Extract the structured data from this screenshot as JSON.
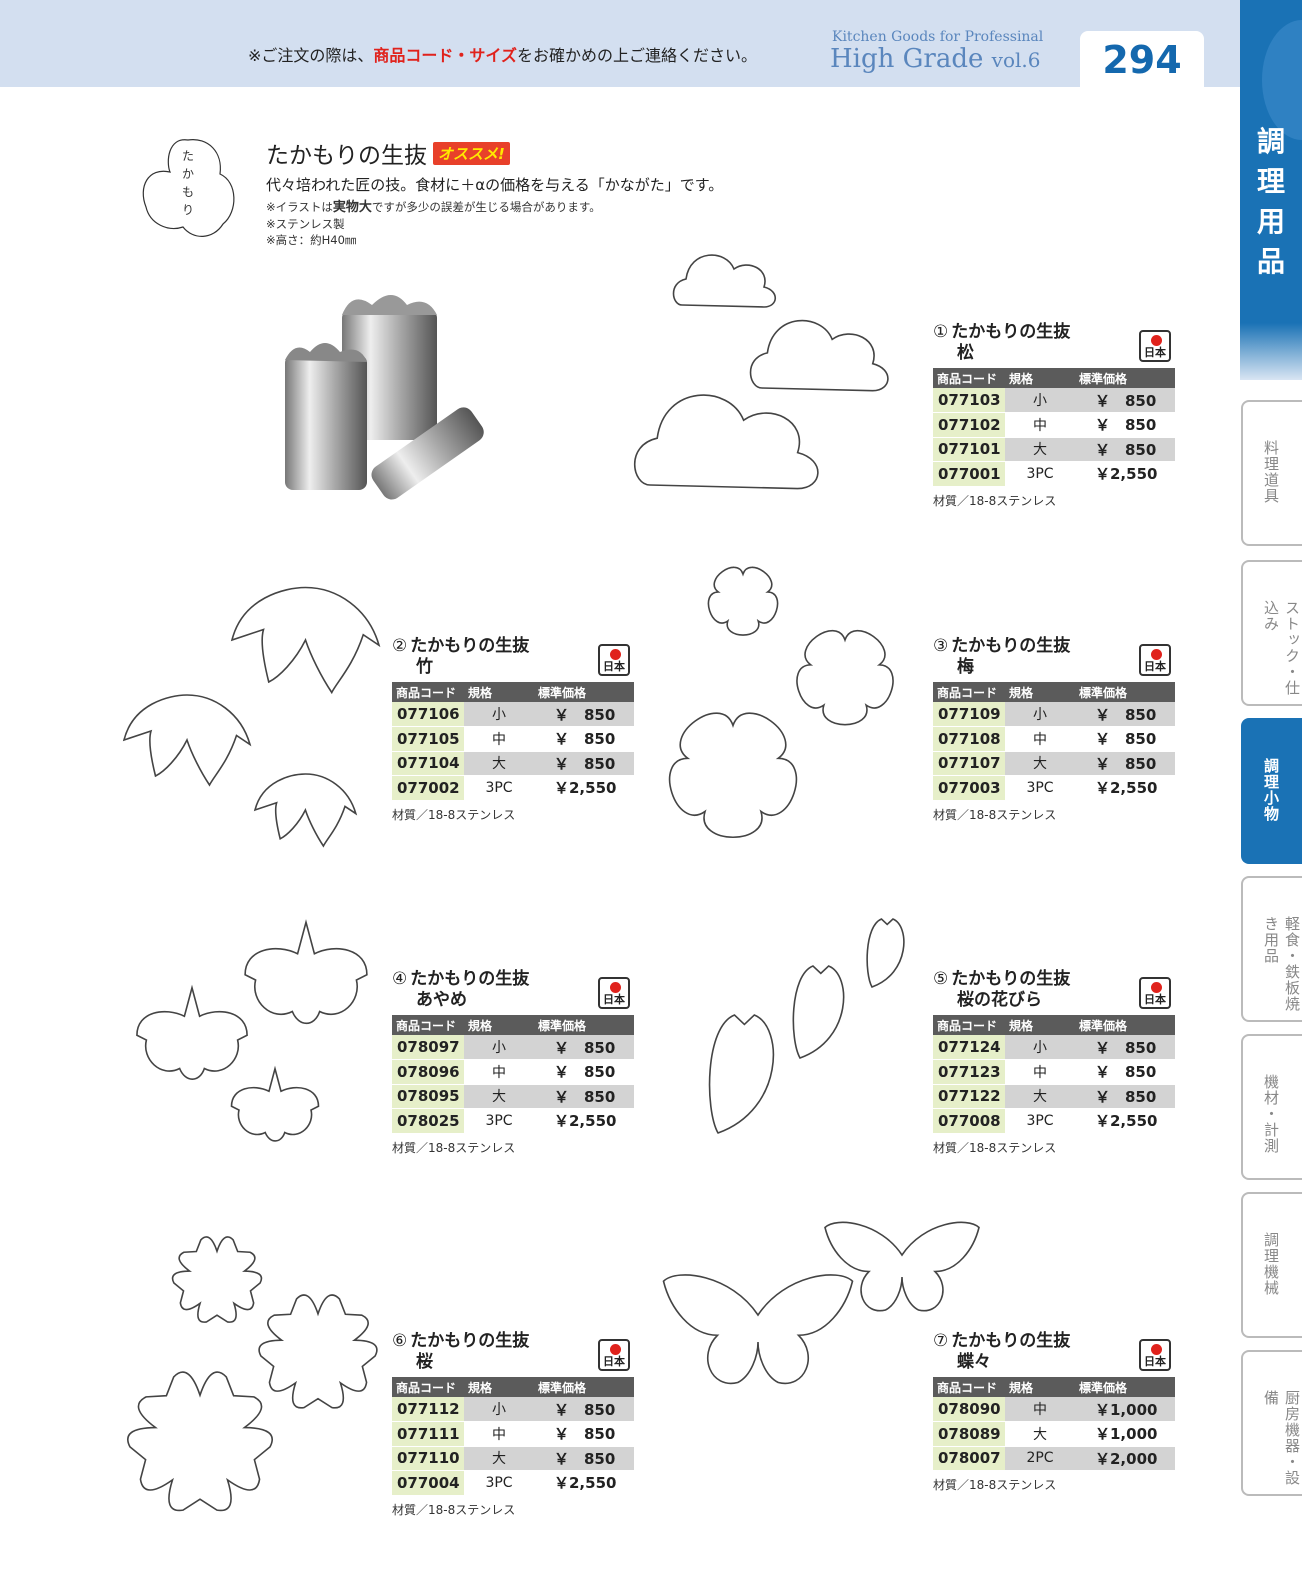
{
  "header": {
    "notice_pre": "※ご注文の際は、",
    "notice_red": "商品コード・サイズ",
    "notice_post": "をお確かめの上ご連絡ください。",
    "brand_line1": "Kitchen Goods for Professinal",
    "brand_line2": "High Grade",
    "brand_vol": "vol.6",
    "page_number": "294"
  },
  "side": {
    "category": "調理用品",
    "tabs": [
      {
        "label": "料理道具",
        "active": false
      },
      {
        "label": "ストック・仕込み",
        "active": false
      },
      {
        "label": "調理小物",
        "active": true
      },
      {
        "label": "軽食・鉄板焼き用品",
        "active": false
      },
      {
        "label": "機材・計測",
        "active": false
      },
      {
        "label": "調理機械",
        "active": false
      },
      {
        "label": "厨房機器・設備",
        "active": false
      }
    ]
  },
  "intro": {
    "logo_text": "たかもり",
    "title": "たかもりの生抜",
    "badge": "オススメ!",
    "subtitle": "代々培われた匠の技。食材に＋αの価格を与える「かながた」です。",
    "note1_pre": "※イラストは",
    "note1_bold": "実物大",
    "note1_post": "ですが多少の誤差が生じる場合があります。",
    "note2": "※ステンレス製",
    "note3": "※高さ：約H40㎜"
  },
  "table_headers": [
    "商品コード",
    "規格",
    "標準価格"
  ],
  "origin_badge": "日本",
  "products": [
    {
      "num": "①",
      "name": "たかもりの生抜",
      "variant": "松",
      "material": "材質／18-8ステンレス",
      "rows": [
        [
          "077103",
          "小",
          "￥　850"
        ],
        [
          "077102",
          "中",
          "￥　850"
        ],
        [
          "077101",
          "大",
          "￥　850"
        ],
        [
          "077001",
          "3PC",
          "￥2,550"
        ]
      ]
    },
    {
      "num": "②",
      "name": "たかもりの生抜",
      "variant": "竹",
      "material": "材質／18-8ステンレス",
      "rows": [
        [
          "077106",
          "小",
          "￥　850"
        ],
        [
          "077105",
          "中",
          "￥　850"
        ],
        [
          "077104",
          "大",
          "￥　850"
        ],
        [
          "077002",
          "3PC",
          "￥2,550"
        ]
      ]
    },
    {
      "num": "③",
      "name": "たかもりの生抜",
      "variant": "梅",
      "material": "材質／18-8ステンレス",
      "rows": [
        [
          "077109",
          "小",
          "￥　850"
        ],
        [
          "077108",
          "中",
          "￥　850"
        ],
        [
          "077107",
          "大",
          "￥　850"
        ],
        [
          "077003",
          "3PC",
          "￥2,550"
        ]
      ]
    },
    {
      "num": "④",
      "name": "たかもりの生抜",
      "variant": "あやめ",
      "material": "材質／18-8ステンレス",
      "rows": [
        [
          "078097",
          "小",
          "￥　850"
        ],
        [
          "078096",
          "中",
          "￥　850"
        ],
        [
          "078095",
          "大",
          "￥　850"
        ],
        [
          "078025",
          "3PC",
          "￥2,550"
        ]
      ]
    },
    {
      "num": "⑤",
      "name": "たかもりの生抜",
      "variant": "桜の花びら",
      "material": "材質／18-8ステンレス",
      "rows": [
        [
          "077124",
          "小",
          "￥　850"
        ],
        [
          "077123",
          "中",
          "￥　850"
        ],
        [
          "077122",
          "大",
          "￥　850"
        ],
        [
          "077008",
          "3PC",
          "￥2,550"
        ]
      ]
    },
    {
      "num": "⑥",
      "name": "たかもりの生抜",
      "variant": "桜",
      "material": "材質／18-8ステンレス",
      "rows": [
        [
          "077112",
          "小",
          "￥　850"
        ],
        [
          "077111",
          "中",
          "￥　850"
        ],
        [
          "077110",
          "大",
          "￥　850"
        ],
        [
          "077004",
          "3PC",
          "￥2,550"
        ]
      ]
    },
    {
      "num": "⑦",
      "name": "たかもりの生抜",
      "variant": "蝶々",
      "material": "材質／18-8ステンレス",
      "rows": [
        [
          "078090",
          "中",
          "￥1,000"
        ],
        [
          "078089",
          "大",
          "￥1,000"
        ],
        [
          "078007",
          "2PC",
          "￥2,000"
        ]
      ]
    }
  ]
}
